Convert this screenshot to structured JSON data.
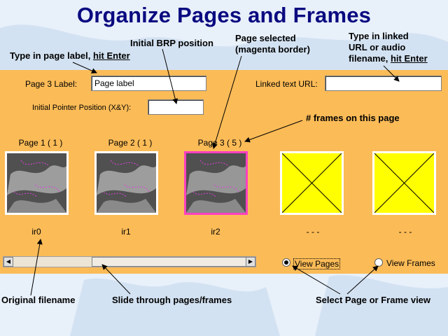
{
  "title": "Organize Pages and Frames",
  "notes": {
    "label_hint": {
      "text": "Type in page label, ",
      "em": "hit Enter"
    },
    "brp": "Initial BRP position",
    "page_selected_1": "Page selected",
    "page_selected_2": "(magenta border)",
    "url_1": "Type in linked",
    "url_2": "URL or audio",
    "url_3": "filename, ",
    "url_3_em": "hit Enter",
    "frames": "# frames on this page",
    "orig": "Original filename",
    "slide": "Slide through pages/frames",
    "select": "Select Page or Frame view"
  },
  "form": {
    "page_label_caption": "Page  3  Label:",
    "page_label_value": "Page label",
    "linked_url_caption": "Linked text URL:",
    "linked_url_value": "",
    "pointer_caption": "Initial Pointer Position (X&Y):",
    "pointer_value": ""
  },
  "pages": [
    {
      "label": "Page 1  ( 1 )",
      "file": "ir0",
      "kind": "image"
    },
    {
      "label": "Page 2  ( 1 )",
      "file": "ir1",
      "kind": "image"
    },
    {
      "label": "Page 3  ( 5 )",
      "file": "ir2",
      "kind": "image",
      "selected": true
    },
    {
      "label": "",
      "file": "- - -",
      "kind": "empty"
    },
    {
      "label": "",
      "file": "- - -",
      "kind": "empty"
    }
  ],
  "view": {
    "pages_label": "View Pages",
    "frames_label": "View Frames",
    "selected": "pages"
  },
  "colors": {
    "title": "#0a0a80",
    "panel": "#fbbb57",
    "selected_border": "#ff40c0",
    "empty_frame": "#ffff00"
  }
}
